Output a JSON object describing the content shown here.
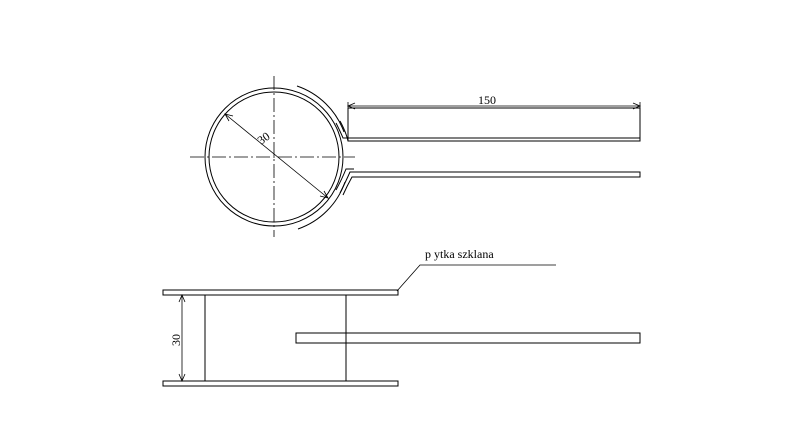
{
  "top_view": {
    "dim_length": "150",
    "dim_diameter": "30"
  },
  "side_view": {
    "dim_height": "30",
    "material_label": "p ytka szklana"
  },
  "colors": {
    "line": "#000000",
    "background": "#ffffff"
  }
}
